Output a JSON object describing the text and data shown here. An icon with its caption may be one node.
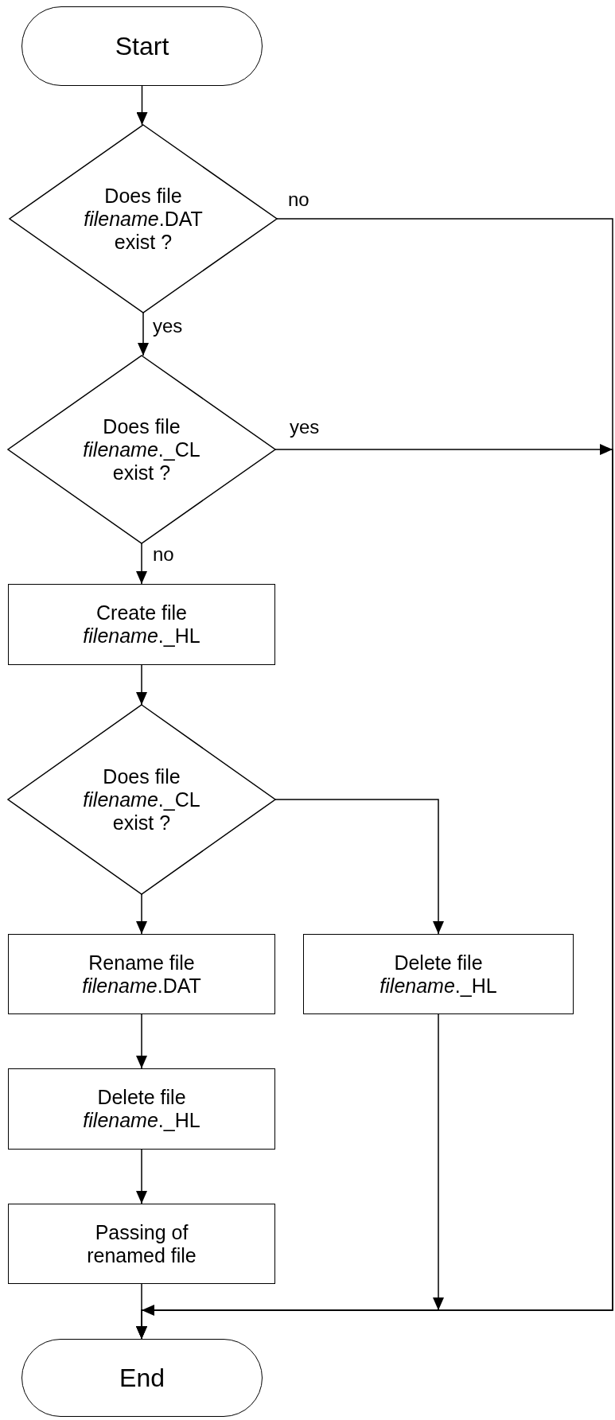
{
  "diagram": {
    "nodes": [
      {
        "text": [
          "Start"
        ]
      },
      {
        "text": [
          "Does file *filename*.DAT exist ?"
        ]
      },
      {
        "text": [
          "Does file *filename*._CL exist ?"
        ]
      },
      {
        "text": [
          "Create file *filename*._HL"
        ]
      },
      {
        "text": [
          "Does file *filename*._CL exist ?"
        ]
      },
      {
        "text": [
          "Rename file *filename*.DAT"
        ]
      },
      {
        "text": [
          "Delete file *filename*._HL"
        ]
      },
      {
        "text": [
          "Delete file *filename*._HL"
        ]
      },
      {
        "text": [
          "Passing of renamed file"
        ]
      },
      {
        "text": [
          "End"
        ]
      }
    ],
    "edges": [
      {
        "from": 0,
        "to": 1,
        "arrow": "to"
      },
      {
        "from": 1,
        "to": 2,
        "arrow": "to",
        "label": "yes"
      },
      {
        "from": 1,
        "to": 9,
        "arrow": "to",
        "label": "no"
      },
      {
        "from": 2,
        "to": 9,
        "arrow": "to",
        "label": "yes"
      },
      {
        "from": 2,
        "to": 3,
        "arrow": "to",
        "label": "no"
      },
      {
        "from": 3,
        "to": 4,
        "arrow": "to"
      },
      {
        "from": 4,
        "to": 5,
        "arrow": "to"
      },
      {
        "from": 4,
        "to": 6,
        "arrow": "to"
      },
      {
        "from": 5,
        "to": 7,
        "arrow": "to"
      },
      {
        "from": 7,
        "to": 8,
        "arrow": "to"
      },
      {
        "from": 8,
        "to": 9,
        "arrow": "to"
      },
      {
        "from": 6,
        "to": 9,
        "arrow": "to"
      }
    ]
  }
}
